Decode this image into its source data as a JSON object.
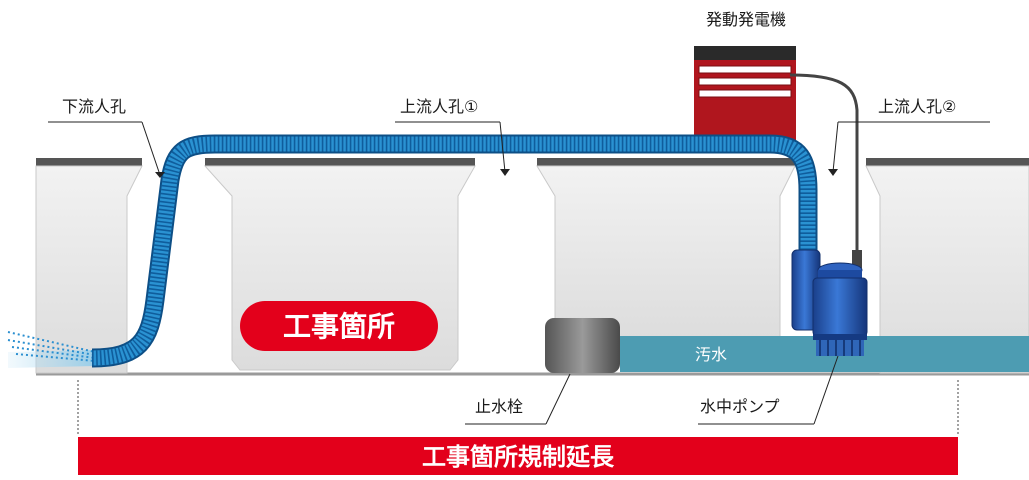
{
  "labels": {
    "downstream_manhole": "下流人孔",
    "upstream_manhole_1": "上流人孔①",
    "upstream_manhole_2": "上流人孔②",
    "generator": "発動発電機",
    "construction_site": "工事箇所",
    "sewage": "汚水",
    "plug": "止水栓",
    "submersible_pump": "水中ポンプ",
    "regulated_length": "工事箇所規制延長"
  },
  "colors": {
    "hose_blue": "#1f86c8",
    "accent_red": "#e3001b",
    "generator_red": "#b0161e",
    "sewage_teal": "#4d9cb2",
    "pump_blue": "#2a5db8",
    "concrete_gray": "#e6e6e6",
    "top_slab": "#555555"
  },
  "icons": {
    "hose": "corrugated-hose-icon",
    "pump": "submersible-pump-icon",
    "generator": "generator-icon",
    "plug": "water-stop-plug-icon"
  }
}
